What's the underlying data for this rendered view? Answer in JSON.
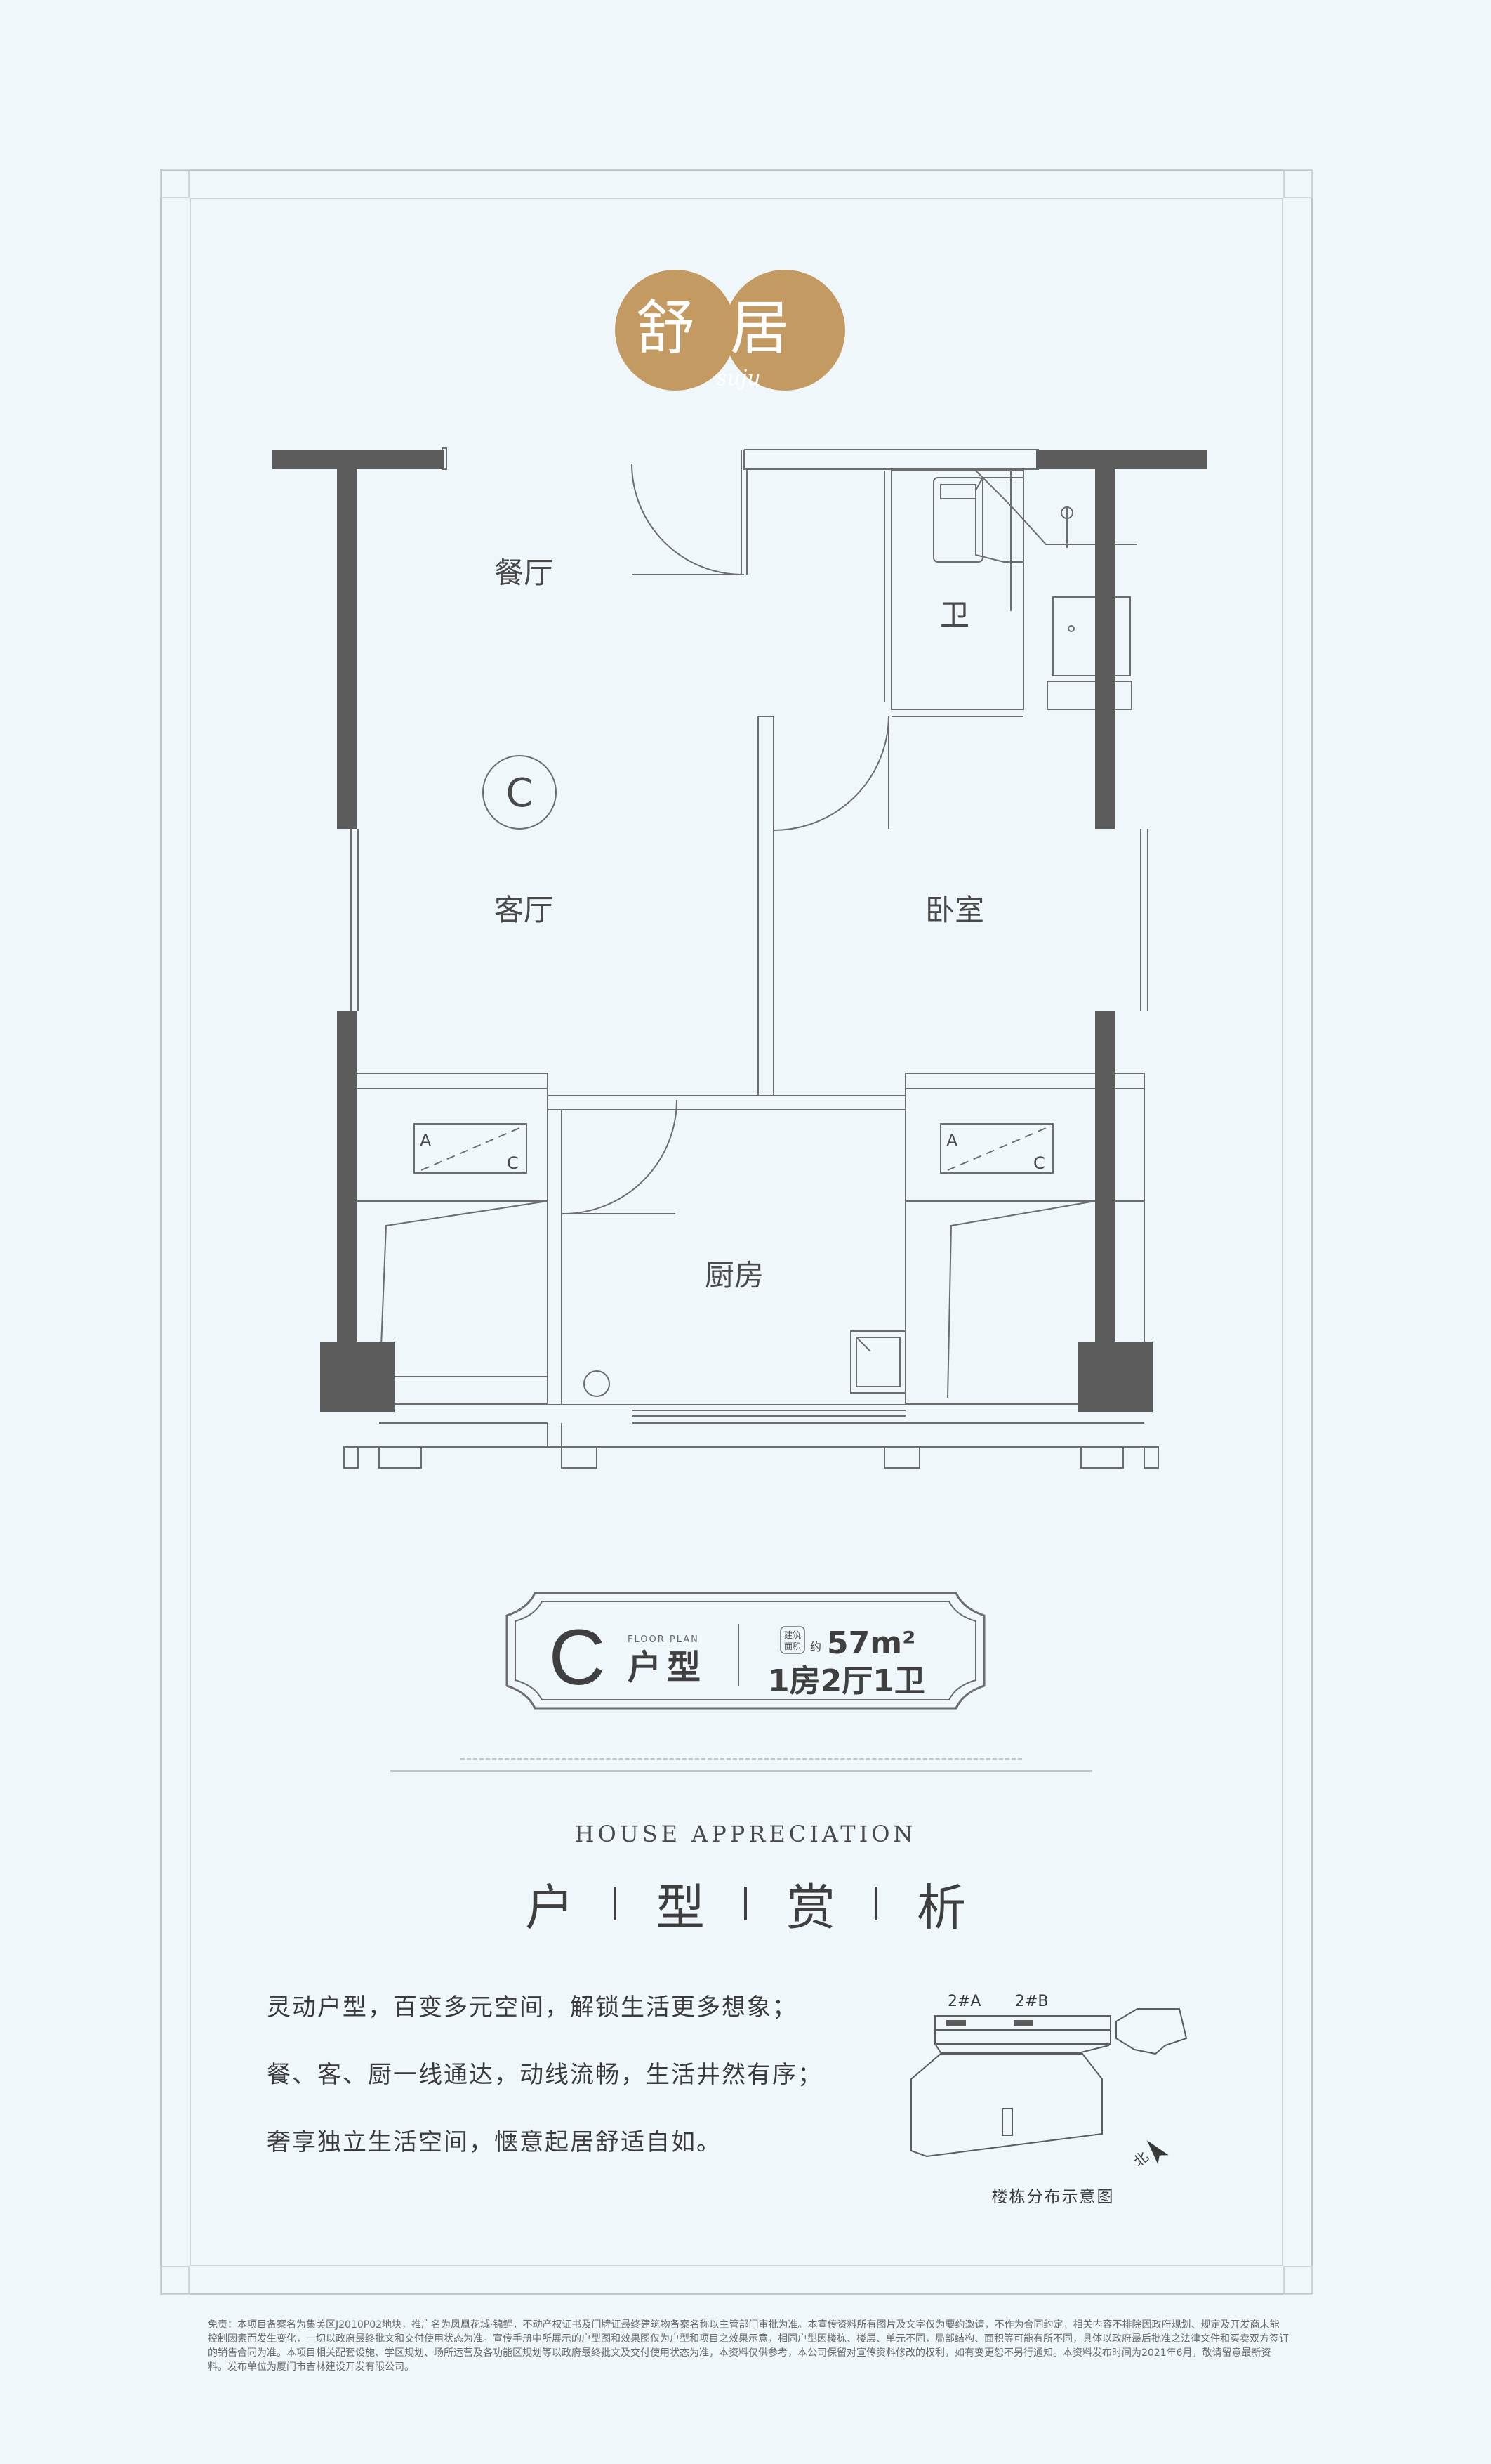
{
  "logo": {
    "title": "舒居",
    "script": "suju"
  },
  "rooms": {
    "dining": "餐厅",
    "living": "客厅",
    "bath": "卫",
    "bedroom": "卧室",
    "kitchen": "厨房",
    "unit_marker": "C",
    "ac_left_a": "A",
    "ac_left_c": "C",
    "ac_right_a": "A",
    "ac_right_c": "C"
  },
  "unit": {
    "letter": "C",
    "floor_plan_en": "FLOOR PLAN",
    "type_label": "户型",
    "area_tag_top": "建筑",
    "area_tag_bottom": "面积",
    "area_prefix": "约",
    "area_value": "57m²",
    "layout": "1房2厅1卫"
  },
  "section": {
    "en_title": "HOUSE APPRECIATION",
    "cn_chars": [
      "户",
      "型",
      "赏",
      "析"
    ]
  },
  "description": [
    "灵动户型，百变多元空间，解锁生活更多想象；",
    "餐、客、厨一线通达，动线流畅，生活井然有序；",
    "奢享独立生活空间，惬意起居舒适自如。"
  ],
  "minimap": {
    "bldg_a": "2#A",
    "bldg_b": "2#B",
    "north": "北",
    "caption": "楼栋分布示意图"
  },
  "disclaimer": "免责：本项目备案名为集美区J2010P02地块，推广名为凤凰花城·锦鲤，不动产权证书及门牌证最终建筑物备案名称以主管部门审批为准。本宣传资料所有图片及文字仅为要约邀请，不作为合同约定，相关内容不排除因政府规划、规定及开发商未能控制因素而发生变化，一切以政府最终批文和交付使用状态为准。宣传手册中所展示的户型图和效果图仅为户型和项目之效果示意，相同户型因楼栋、楼层、单元不同，局部结构、面积等可能有所不同，具体以政府最后批准之法律文件和买卖双方签订的销售合同为准。本项目相关配套设施、学区规划、场所运营及各功能区规划等以政府最终批文及交付使用状态为准，本资料仅供参考，本公司保留对宣传资料修改的权利，如有变更恕不另行通知。本资料发布时间为2021年6月，敬请留意最新资料。发布单位为厦门市吉林建设开发有限公司。",
  "colors": {
    "accent": "#c39a61",
    "wall": "#5c5c5c",
    "line": "#6d6d6d",
    "bg": "#eff7fb"
  }
}
